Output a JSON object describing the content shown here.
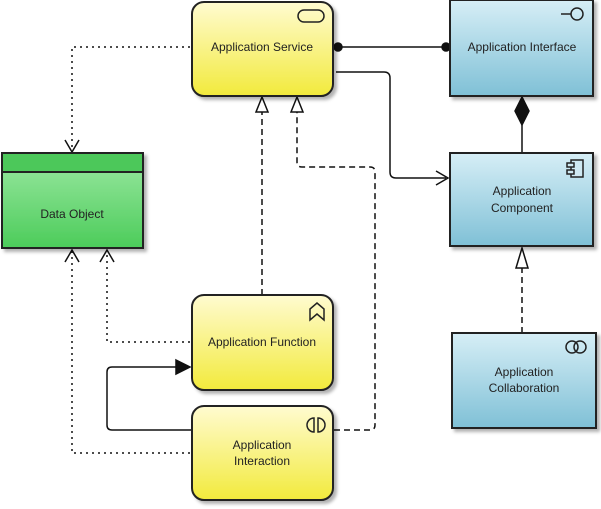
{
  "elements": {
    "app_service": "Application Service",
    "app_interface": "Application Interface",
    "app_component": [
      "Application",
      "Component"
    ],
    "data_object": "Data Object",
    "app_function": "Application Function",
    "app_interaction": [
      "Application",
      "Interaction"
    ],
    "app_collaboration": [
      "Application",
      "Collaboration"
    ]
  },
  "colors": {
    "application_yellow": "#f7f27a",
    "application_blue": "#a9d6e5",
    "data_green": "#6fdb7a",
    "data_header": "#4cc85a"
  }
}
